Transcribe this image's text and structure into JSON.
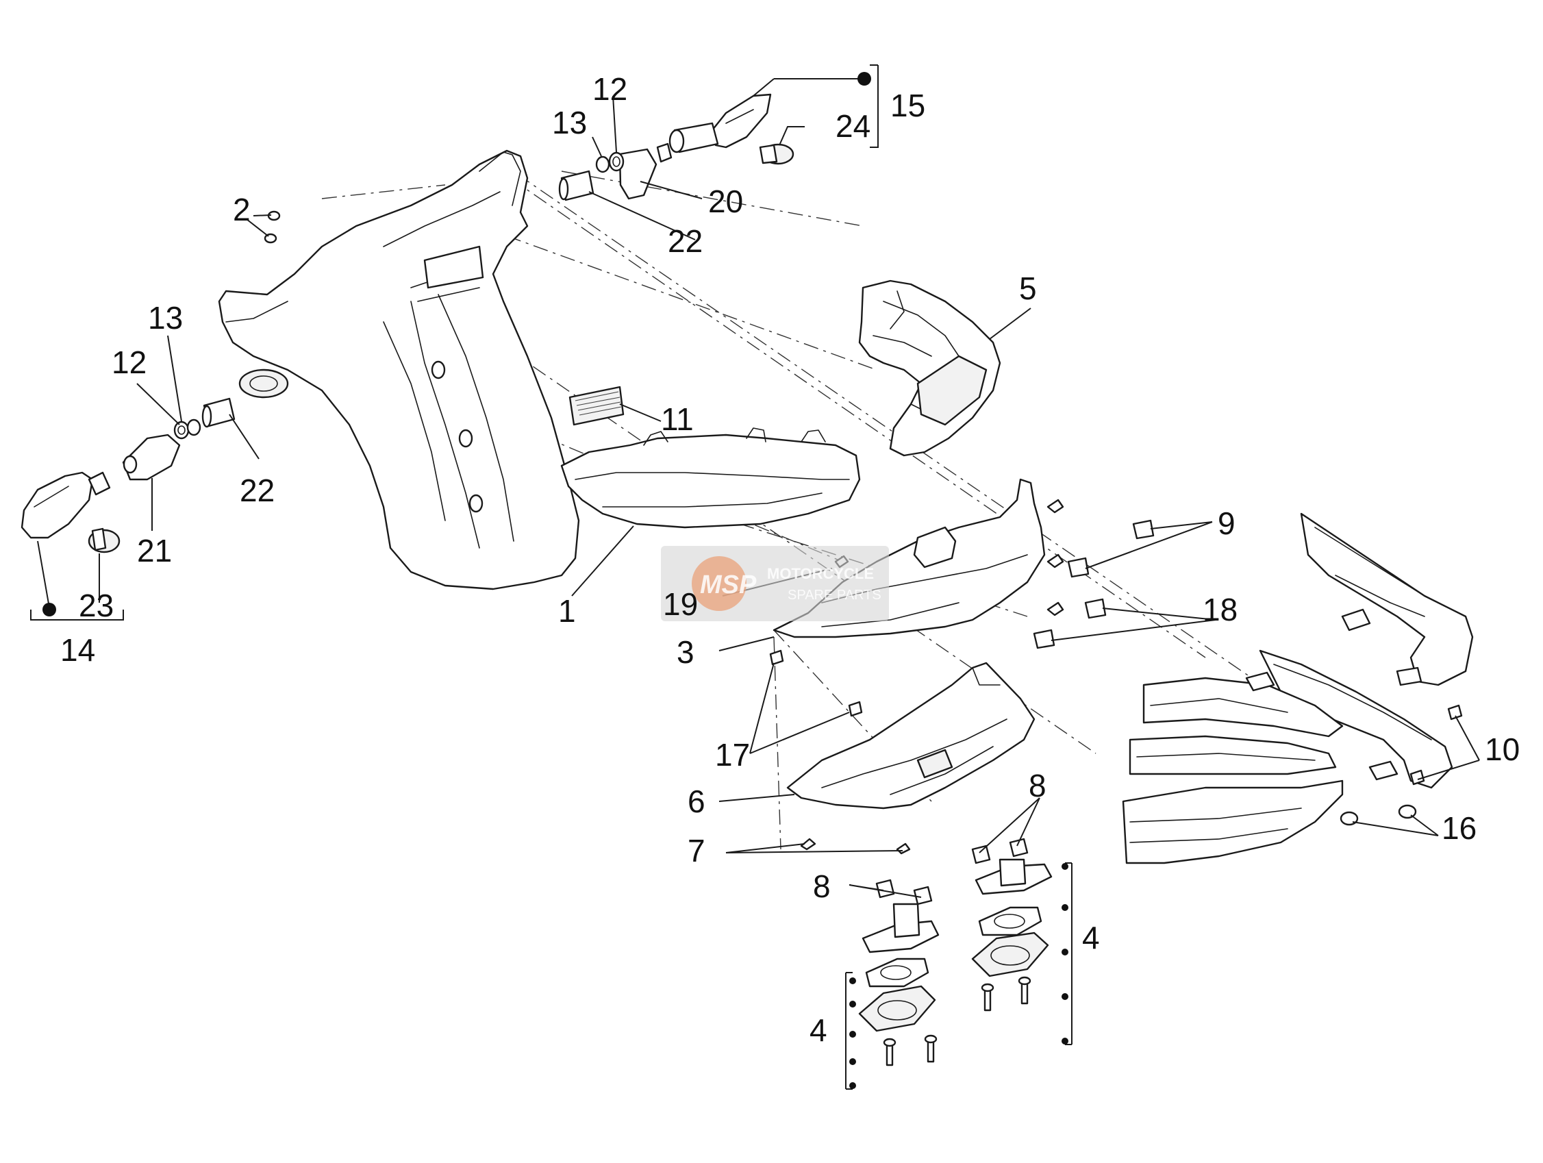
{
  "labels": {
    "l1": "1",
    "l2": "2",
    "l3": "3",
    "l4a": "4",
    "l4b": "4",
    "l5": "5",
    "l6": "6",
    "l7": "7",
    "l8a": "8",
    "l8b": "8",
    "l9": "9",
    "l10": "10",
    "l11": "11",
    "l12a": "12",
    "l12b": "12",
    "l13a": "13",
    "l13b": "13",
    "l14": "14",
    "l15": "15",
    "l16": "16",
    "l17": "17",
    "l18": "18",
    "l19": "19",
    "l20": "20",
    "l21": "21",
    "l22a": "22",
    "l22b": "22",
    "l23": "23",
    "l24": "24"
  },
  "watermark": {
    "logo_text": "MSP",
    "line1": "MOTORCYCLE",
    "line2": "SPARE PARTS"
  },
  "colors": {
    "line": "#1a1a1a",
    "watermark_logo": "#e9a27a",
    "watermark_box": "#d6d6d6"
  }
}
